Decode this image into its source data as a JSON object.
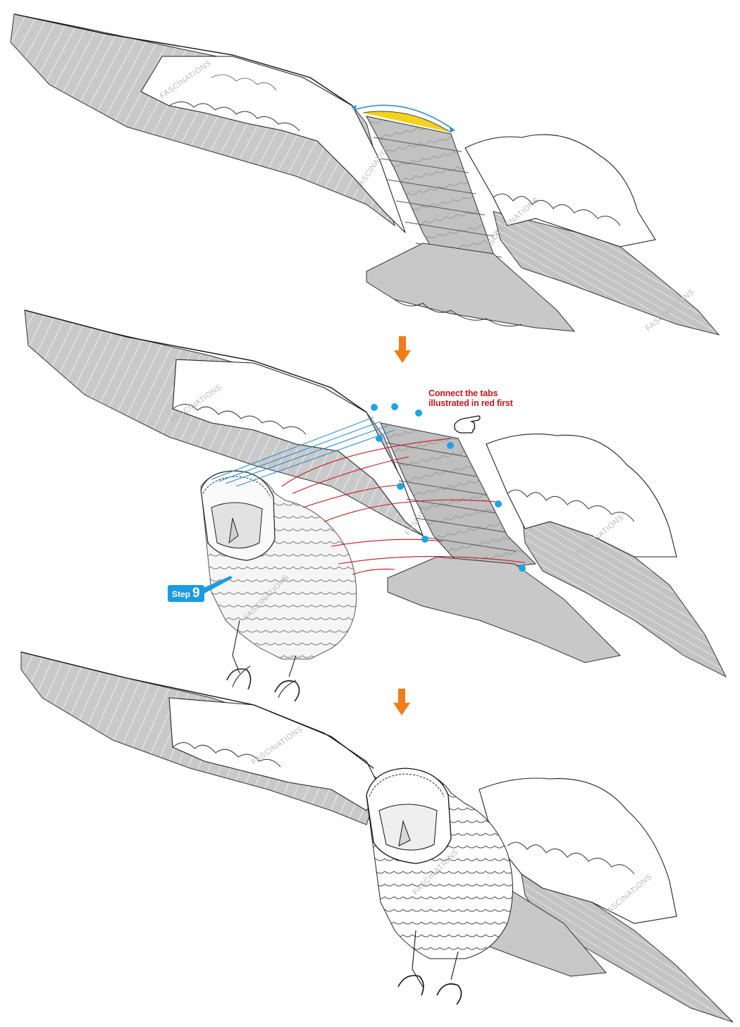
{
  "watermark": "FASCINATIONS",
  "instructions": {
    "note_line1": "Connect the tabs",
    "note_line2": "illustrated in red first"
  },
  "step": {
    "word": "Step",
    "number": "9"
  },
  "colors": {
    "arrow": "#f07c1a",
    "red_guides": "#c0191f",
    "blue_guides": "#2e8fd0",
    "blue_dots": "#1ea3e6",
    "badge": "#1c9be0",
    "wing_gray": "#c8c8c8",
    "highlight_yellow": "#f2d21b"
  }
}
